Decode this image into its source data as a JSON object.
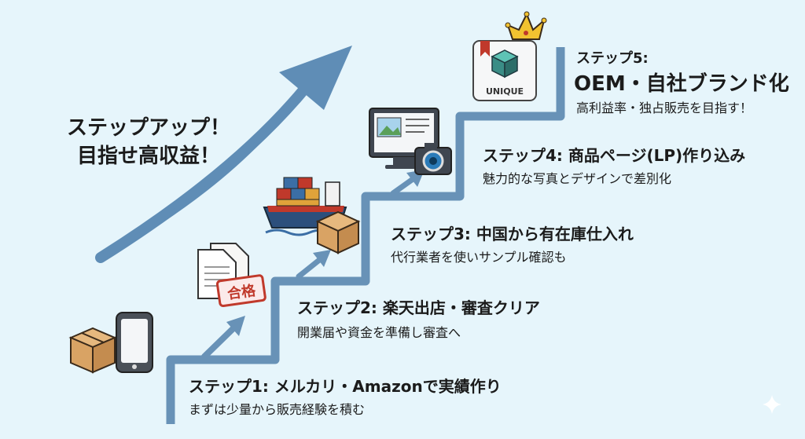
{
  "slogan": {
    "line1": "ステップアップ！",
    "line2": "目指せ高収益！"
  },
  "steps": [
    {
      "title": "ステップ1: メルカリ・Amazonで実績作り",
      "desc": "まずは少量から販売経験を積む"
    },
    {
      "title": "ステップ2: 楽天出店・審査クリア",
      "desc": "開業届や資金を準備し審査へ"
    },
    {
      "title": "ステップ3: 中国から有在庫仕入れ",
      "desc": "代行業者を使いサンプル確認も"
    },
    {
      "title": "ステップ4: 商品ページ(LP)作り込み",
      "desc": "魅力的な写真とデザインで差別化"
    },
    {
      "title": "ステップ5:",
      "headline": "OEM・自社ブランド化",
      "desc": "高利益率・独占販売を目指す！"
    }
  ],
  "icons": {
    "stamp_text": "合格",
    "brand_text": "UNIQUE"
  },
  "colors": {
    "background": "#e6f5fb",
    "stair": "#6892b7",
    "arrow": "#5f8db6"
  }
}
